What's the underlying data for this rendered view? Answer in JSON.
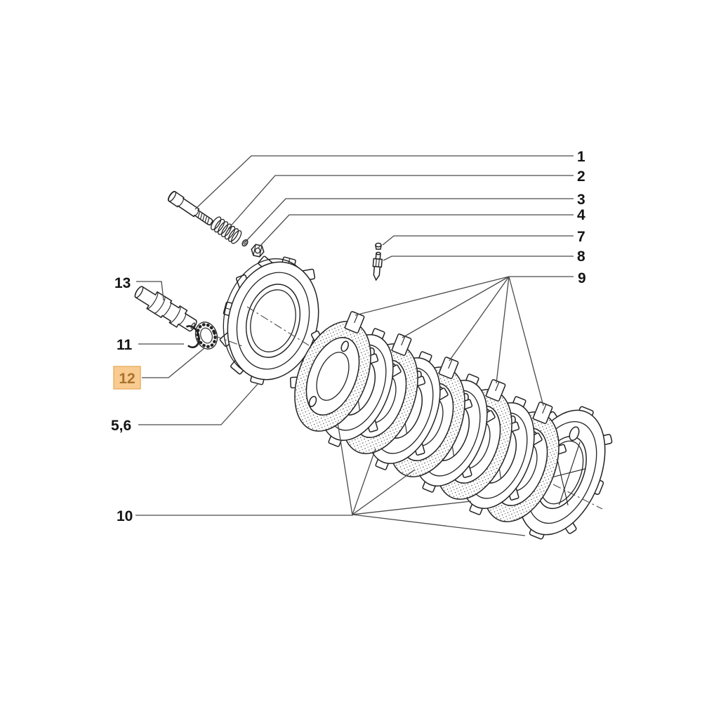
{
  "diagram": {
    "background": "#ffffff",
    "line_color": "#4a4a4a",
    "part_line_color": "#222222",
    "labels": {
      "n1": "1",
      "n2": "2",
      "n3": "3",
      "n4": "4",
      "n7": "7",
      "n8": "8",
      "n9": "9",
      "n10": "10",
      "n11": "11",
      "n12": "12",
      "n13": "13",
      "n56": "5,6"
    },
    "highlight": {
      "label": "12",
      "box_fill": "#f9cb90",
      "box_border": "#e8b267",
      "text_color": "#a9732f"
    }
  }
}
